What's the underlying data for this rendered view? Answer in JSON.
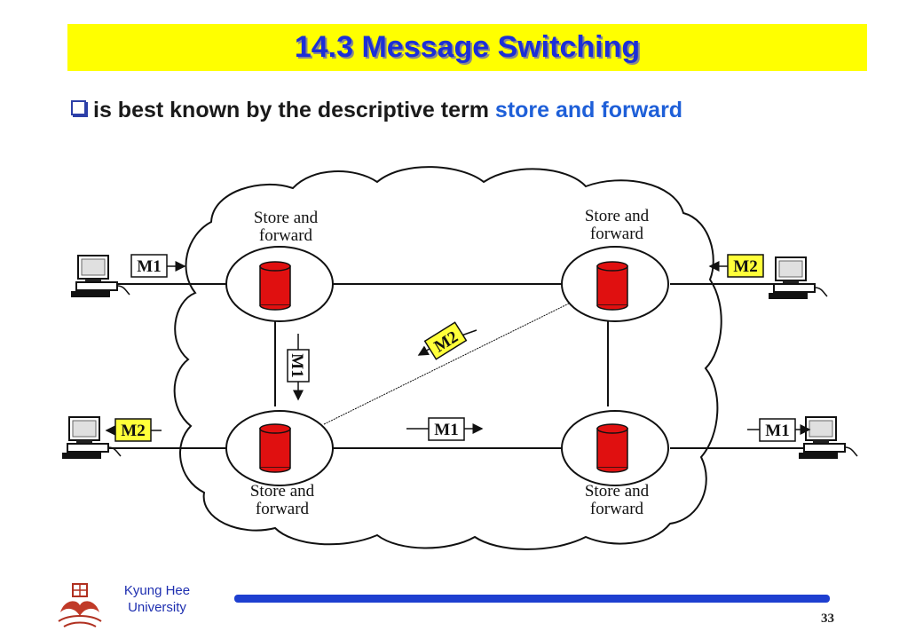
{
  "slide": {
    "title": "14.3 Message Switching",
    "bullet_main": "is best known by the descriptive term",
    "bullet_accent": "store and forward"
  },
  "diagram": {
    "node_label_line1": "Store and",
    "node_label_line2": "forward",
    "messages": {
      "left_top": "M1",
      "right_top": "M2",
      "vertical": "M1",
      "diagonal": "M2",
      "left_bottom": "M2",
      "middle_bottom": "M1",
      "right_bottom": "M1"
    },
    "colors": {
      "cylinder": "#e01010",
      "highlight_message": "#ffff3a"
    }
  },
  "footer": {
    "university_line1": "Kyung Hee",
    "university_line2": "University",
    "page_number": "33"
  }
}
